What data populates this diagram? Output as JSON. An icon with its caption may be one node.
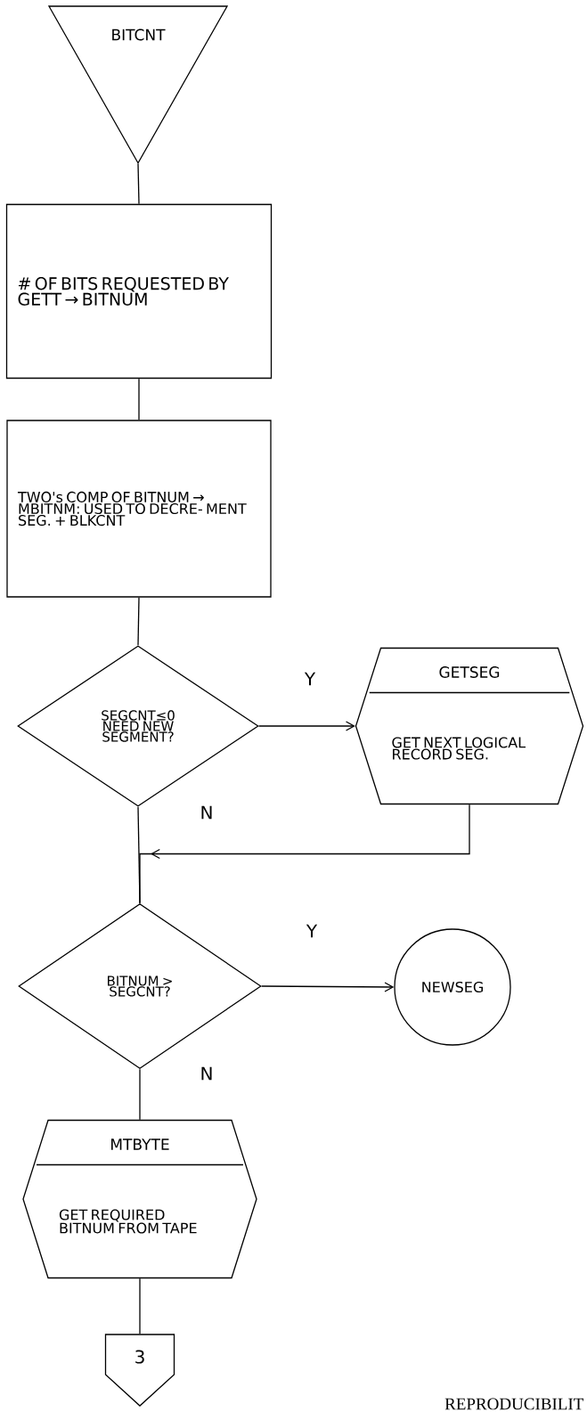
{
  "diagram": {
    "nodes": [
      {
        "text": [
          "BITCNT"
        ]
      },
      {
        "text": [
          "# OF BITS REQUESTED BY GETT → BITNUM"
        ]
      },
      {
        "text": [
          "TWO's COMP OF BITNUM → MBITNM: USED TO DECRE- MENT SEG. + BLKCNT"
        ]
      },
      {
        "text": [
          "SEGCNT≤0 NEED NEW SEGMENT?"
        ]
      },
      {
        "text": [
          "GETSEG",
          "GET NEXT LOGICAL RECORD SEG."
        ]
      },
      {
        "text": [
          "BITNUM > SEGCNT?"
        ]
      },
      {
        "text": [
          "NEWSEG"
        ]
      },
      {
        "text": [
          "MTBYTE",
          "GET REQUIRED BITNUM FROM TAPE"
        ]
      },
      {
        "text": [
          "3"
        ]
      }
    ],
    "edges": [
      {
        "from": 0,
        "to": 1,
        "arrow": "none"
      },
      {
        "from": 1,
        "to": 2,
        "arrow": "none"
      },
      {
        "from": 2,
        "to": 3,
        "arrow": "none"
      },
      {
        "from": 3,
        "to": 4,
        "arrow": "to",
        "label": "Y"
      },
      {
        "from": 3,
        "to": 5,
        "arrow": "none",
        "label": "N"
      },
      {
        "from": 4,
        "to": 5,
        "arrow": "to"
      },
      {
        "from": 5,
        "to": 6,
        "arrow": "to",
        "label": "Y"
      },
      {
        "from": 5,
        "to": 7,
        "arrow": "none",
        "label": "N"
      },
      {
        "from": 7,
        "to": 8,
        "arrow": "none"
      }
    ],
    "labels": [
      "REPRODUCIBILIT"
    ]
  }
}
